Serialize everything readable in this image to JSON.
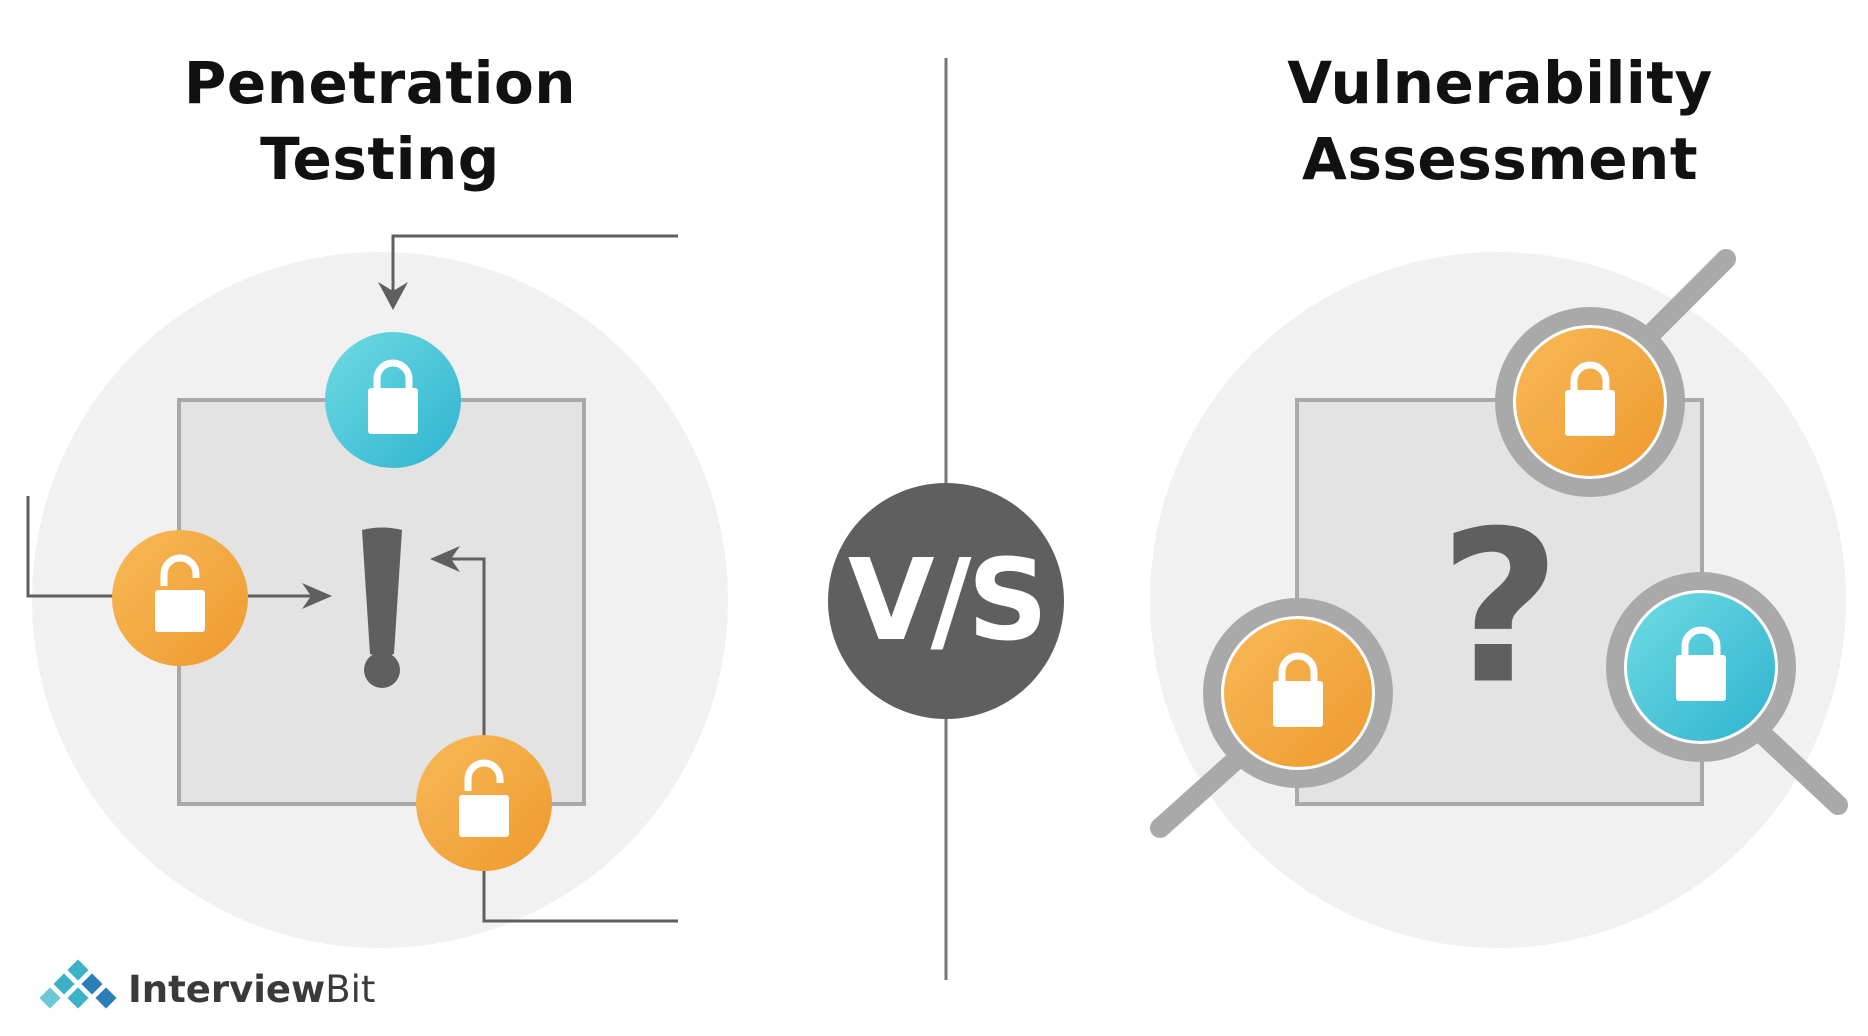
{
  "left_panel": {
    "title_line1": "Penetration",
    "title_line2": "Testing",
    "center_symbol": "!"
  },
  "right_panel": {
    "title_line1": "Vulnerability",
    "title_line2": "Assessment",
    "center_symbol": "?"
  },
  "versus_badge": {
    "label": "V/S"
  },
  "brand": {
    "name_bold": "Interview",
    "name_light": "Bit"
  },
  "colors": {
    "orange": "#f2a33a",
    "teal": "#3fc1d3",
    "dark_gray": "#5f5f5f",
    "circle_bg": "#f1f1f1",
    "box_fill": "#e3e3e3",
    "box_stroke": "#a9a9a9",
    "logo_teal": "#3bb2c5",
    "logo_blue": "#2a7fb8"
  },
  "icons": [
    "open-padlock-icon",
    "closed-padlock-icon",
    "magnifier-icon",
    "exclamation-icon",
    "question-icon"
  ]
}
